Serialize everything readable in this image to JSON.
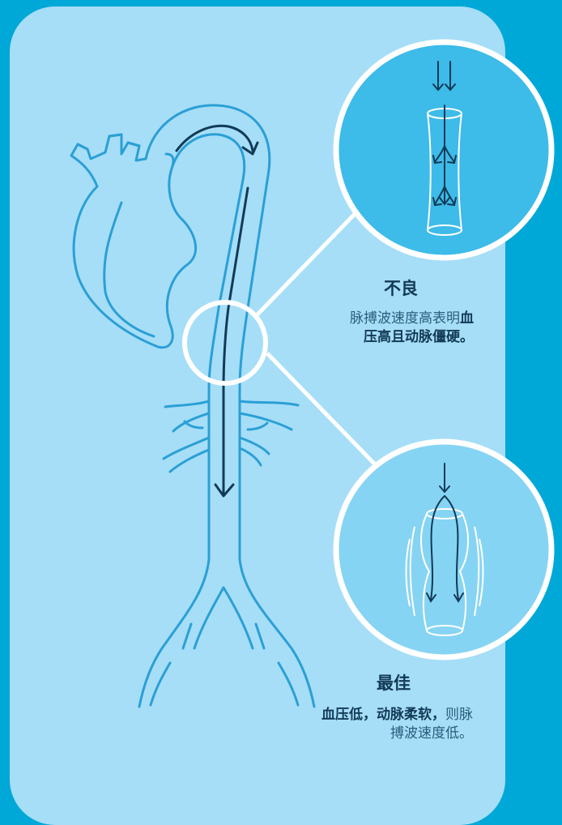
{
  "bad": {
    "title": "不良",
    "desc_plain": "脉搏波速度高表明",
    "desc_bold_1": "血",
    "desc_bold_2": "压高且动脉僵硬。"
  },
  "good": {
    "title": "最佳",
    "desc_bold": "血压低，动脉柔软，",
    "desc_plain_1": "则脉",
    "desc_plain_2": "搏波速度低。"
  },
  "colors": {
    "background": "#00a8d8",
    "card": "#a6def7",
    "artery_outline": "#2b9fd6",
    "arrow": "#123a56",
    "circle_bad_fill": "#3dbbe9",
    "circle_good_fill": "#86d4f3",
    "connector": "#ffffff"
  }
}
